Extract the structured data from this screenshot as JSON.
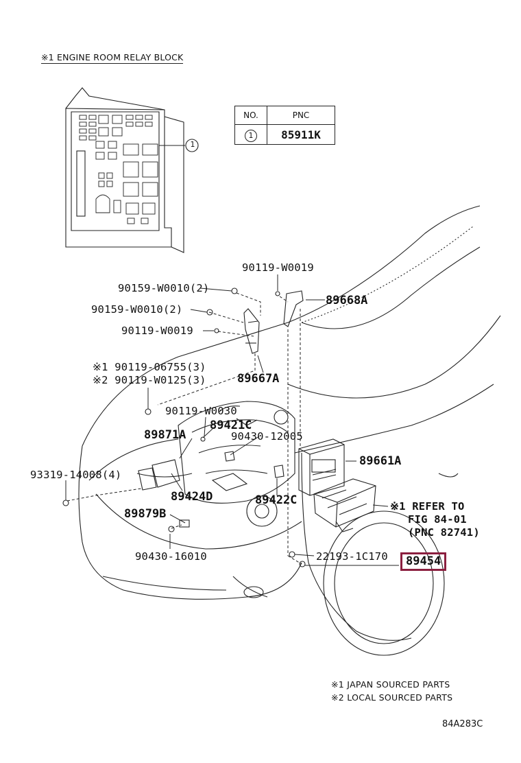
{
  "header": {
    "title": "※1 ENGINE ROOM RELAY BLOCK",
    "callout_number": "1"
  },
  "pnc_table": {
    "col_no": "NO.",
    "col_pnc": "PNC",
    "row_no": "1",
    "row_pnc": "85911K"
  },
  "parts": {
    "p_90119_w0019_top": "90119-W0019",
    "p_90159_1": "90159-W0010(2)",
    "p_90159_2": "90159-W0010(2)",
    "p_90119_w0019_mid": "90119-W0019",
    "p_89668a": "89668A",
    "p_90119_06755": "※1 90119-06755(3)",
    "p_90119_w0125": "※2 90119-W0125(3)",
    "p_89667a": "89667A",
    "p_90119_w0030": "90119-W0030",
    "p_89421c": "89421C",
    "p_90430_12005": "90430-12005",
    "p_89871a": "89871A",
    "p_89661a": "89661A",
    "p_93319": "93319-14008(4)",
    "p_89424d": "89424D",
    "p_89422c": "89422C",
    "p_89879b": "89879B",
    "p_refer_1": "※1 REFER TO",
    "p_refer_2": "FIG 84-01",
    "p_refer_3": "(PNC 82741)",
    "p_90430_16010": "90430-16010",
    "p_22193": "22193-1C170",
    "p_89454": "89454"
  },
  "legend": {
    "note1": "※1 JAPAN SOURCED PARTS",
    "note2": "※2 LOCAL SOURCED PARTS"
  },
  "figure_code": "84A283C",
  "colors": {
    "line": "#222222",
    "highlight": "#8b1f3f"
  }
}
